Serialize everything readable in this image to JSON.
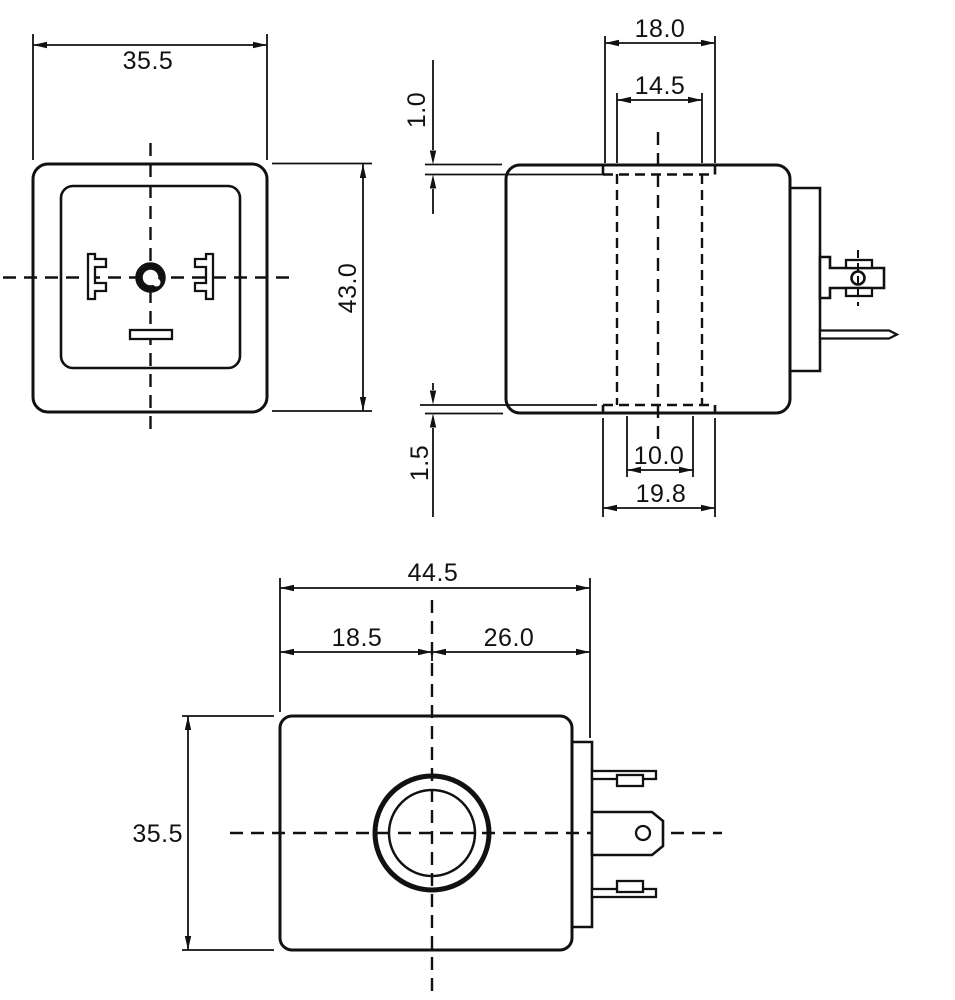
{
  "drawing": {
    "type": "technical-dimension-drawing",
    "views": {
      "front": {
        "width": "35.5",
        "height": "43.0"
      },
      "side": {
        "top_slot_width": "18.0",
        "top_bore_width": "14.5",
        "top_recess_depth": "1.0",
        "bottom_recess_depth": "1.5",
        "bottom_bore_width": "10.0",
        "bottom_slot_width": "19.8"
      },
      "bottom": {
        "overall_width": "44.5",
        "center_offset_left": "18.5",
        "center_offset_right": "26.0",
        "height": "35.5"
      }
    }
  },
  "colors": {
    "line": "#111111",
    "background": "#ffffff"
  }
}
